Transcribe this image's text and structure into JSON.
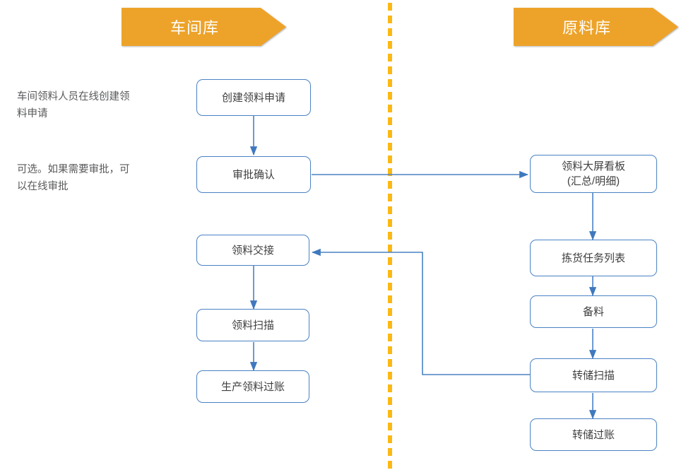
{
  "diagram": {
    "title_left": "车间库",
    "title_right": "原料库",
    "colors": {
      "banner": "#eda32a",
      "divider": "#fcb813",
      "node_border": "#4a82c4",
      "connector": "#4a82c4",
      "text": "#3f3f3f",
      "note_text": "#58595b"
    },
    "lanes": [
      {
        "name": "workshop-warehouse",
        "label": "车间库",
        "nodes": [
          {
            "id": "create-request",
            "label": "创建领料申请"
          },
          {
            "id": "approval-confirm",
            "label": "审批确认"
          },
          {
            "id": "material-handover",
            "label": "领料交接"
          },
          {
            "id": "material-scan",
            "label": "领料扫描"
          },
          {
            "id": "production-posting",
            "label": "生产领料过账"
          }
        ]
      },
      {
        "name": "raw-material-warehouse",
        "label": "原料库",
        "nodes": [
          {
            "id": "big-screen-board",
            "label": "领料大屏看板\n(汇总/明细)"
          },
          {
            "id": "picking-task-list",
            "label": "拣货任务列表"
          },
          {
            "id": "prepare-material",
            "label": "备料"
          },
          {
            "id": "transfer-scan",
            "label": "转储扫描"
          },
          {
            "id": "transfer-posting",
            "label": "转储过账"
          }
        ]
      }
    ],
    "notes": [
      {
        "id": "note-create",
        "text": "车间领料人员在线创建领\n料申请"
      },
      {
        "id": "note-approval",
        "text": "可选。如果需要审批，可\n以在线审批"
      }
    ]
  }
}
